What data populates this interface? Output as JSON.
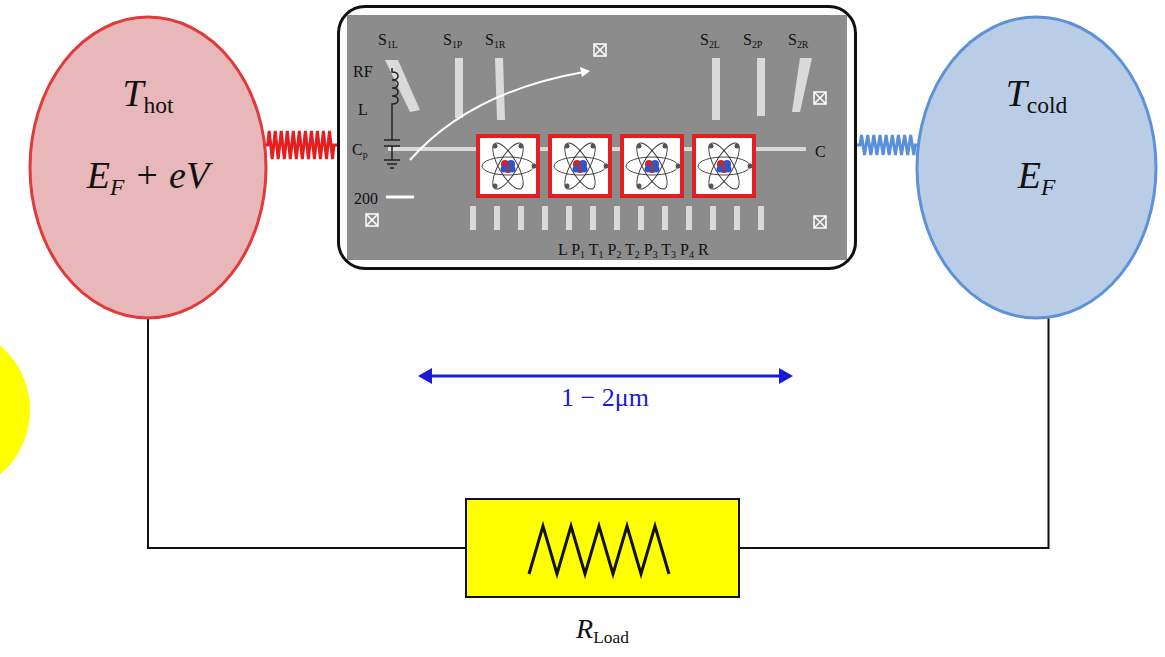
{
  "diagram": {
    "nodes": [
      {
        "text": [
          "Thot",
          "EF + eV"
        ]
      },
      {
        "text": [
          "S1L",
          "S1P",
          "S1R",
          "S2L",
          "S2P",
          "S2R",
          "RF",
          "L",
          "Cp",
          "200",
          "C",
          "L P1 T1 P2 T2 P3 T3 P4 R"
        ]
      },
      {
        "text": [
          "Tcold",
          "EF"
        ]
      },
      {
        "text": [
          "RLoad"
        ]
      }
    ],
    "edges": [
      {
        "from": 0,
        "to": 1,
        "arrow": "none"
      },
      {
        "from": 1,
        "to": 2,
        "arrow": "none"
      },
      {
        "from": 0,
        "to": 3,
        "arrow": "none"
      },
      {
        "from": 3,
        "to": 2,
        "arrow": "none"
      }
    ],
    "labels": [
      "1 − 2μm"
    ]
  }
}
